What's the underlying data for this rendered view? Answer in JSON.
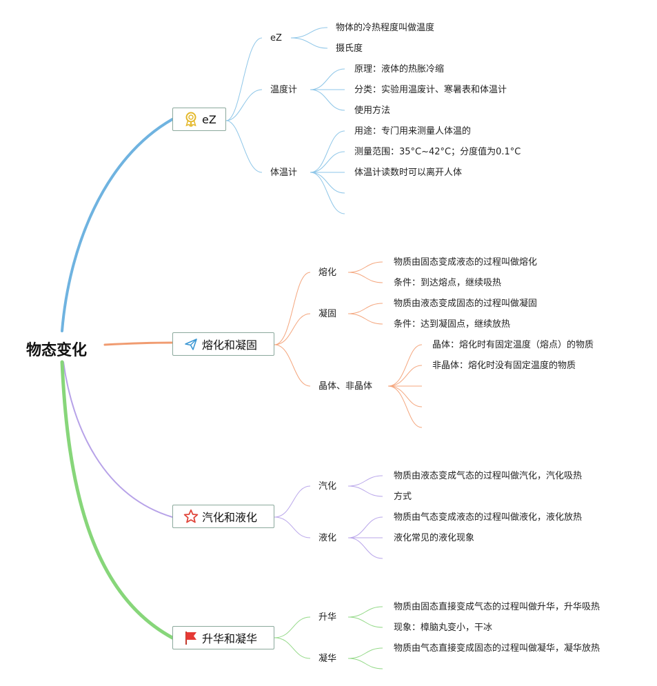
{
  "root": {
    "label": "物态变化"
  },
  "branches": [
    {
      "label": "eZ",
      "icon": "award-medal-icon",
      "color": "#6fb3e0",
      "children": [
        {
          "label": "eZ",
          "items": [
            "物体的冷热程度叫做温度",
            "摄氏度"
          ]
        },
        {
          "label": "温度计",
          "items": [
            "原理：液体的热胀冷缩",
            "分类：实验用温废计、寒暑表和体温计",
            "使用方法"
          ]
        },
        {
          "label": "体温计",
          "items": [
            "用途：专门用来测量人体温的",
            "测量范围：35°C~42°C；分度值为0.1°C",
            "体温计读数时可以离开人体",
            "",
            ""
          ]
        }
      ]
    },
    {
      "label": "熔化和凝固",
      "icon": "paper-plane-icon",
      "color": "#f09b70",
      "children": [
        {
          "label": "熔化",
          "items": [
            "物质由固态变成液态的过程叫做熔化",
            "条件：到达熔点，继续吸热"
          ]
        },
        {
          "label": "凝固",
          "items": [
            "物质由液态变成固态的过程叫做凝固",
            "条件：达到凝固点，继续放热"
          ]
        },
        {
          "label": "晶体、非晶体",
          "items": [
            "晶体：熔化时有固定温度（熔点）的物质",
            "非晶体：熔化时没有固定温度的物质",
            "",
            "",
            ""
          ]
        }
      ]
    },
    {
      "label": "汽化和液化",
      "icon": "star-icon",
      "color": "#b7a2e8",
      "children": [
        {
          "label": "汽化",
          "items": [
            "物质由液态变成气态的过程叫做汽化，汽化吸热",
            "方式"
          ]
        },
        {
          "label": "液化",
          "items": [
            "物质由气态变成液态的过程叫做液化，液化放热",
            "液化常见的液化现象",
            ""
          ]
        }
      ]
    },
    {
      "label": "升华和凝华",
      "icon": "red-flag-icon",
      "color": "#87d67a",
      "children": [
        {
          "label": "升华",
          "items": [
            "物质由固态直接变成气态的过程叫做升华，升华吸热",
            "现象：樟脑丸变小，干冰"
          ]
        },
        {
          "label": "凝华",
          "items": [
            "物质由气态直接变成固态的过程叫做凝华，凝华放热",
            ""
          ]
        }
      ]
    }
  ]
}
